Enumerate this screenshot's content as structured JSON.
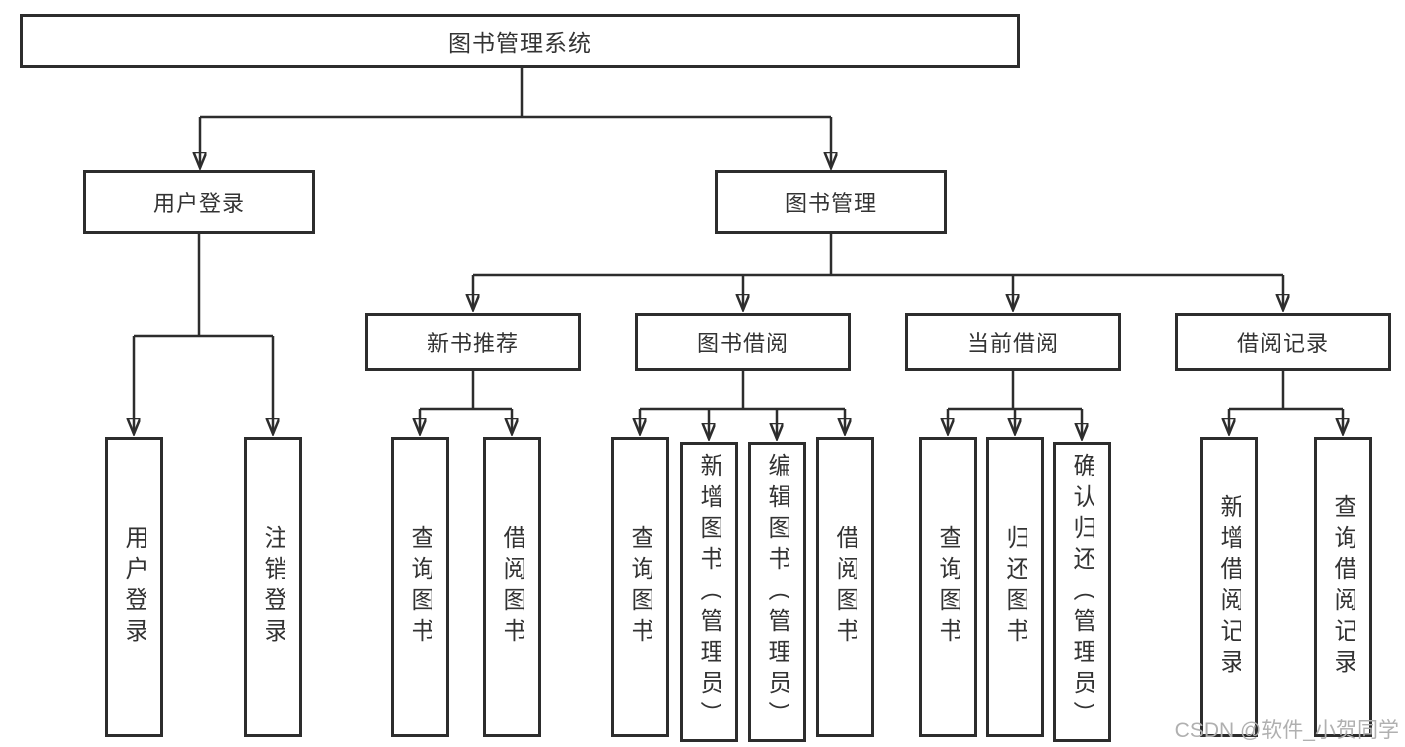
{
  "diagram_title": "图书管理系统",
  "tree": {
    "label": "图书管理系统",
    "children": [
      {
        "label": "用户登录",
        "children": [
          {
            "label": "用户登录"
          },
          {
            "label": "注销登录"
          }
        ]
      },
      {
        "label": "图书管理",
        "children": [
          {
            "label": "新书推荐",
            "children": [
              {
                "label": "查询图书"
              },
              {
                "label": "借阅图书"
              }
            ]
          },
          {
            "label": "图书借阅",
            "children": [
              {
                "label": "查询图书"
              },
              {
                "label": "新增图书（管理员）"
              },
              {
                "label": "编辑图书（管理员）"
              },
              {
                "label": "借阅图书"
              }
            ]
          },
          {
            "label": "当前借阅",
            "children": [
              {
                "label": "查询图书"
              },
              {
                "label": "归还图书"
              },
              {
                "label": "确认归还（管理员）"
              }
            ]
          },
          {
            "label": "借阅记录",
            "children": [
              {
                "label": "新增借阅记录"
              },
              {
                "label": "查询借阅记录"
              }
            ]
          }
        ]
      }
    ]
  },
  "watermark": "CSDN @软件_小贺同学",
  "colors": {
    "line": "#2d2d2d",
    "text": "#333333",
    "background": "#ffffff",
    "watermark": "#b0b0b0"
  }
}
